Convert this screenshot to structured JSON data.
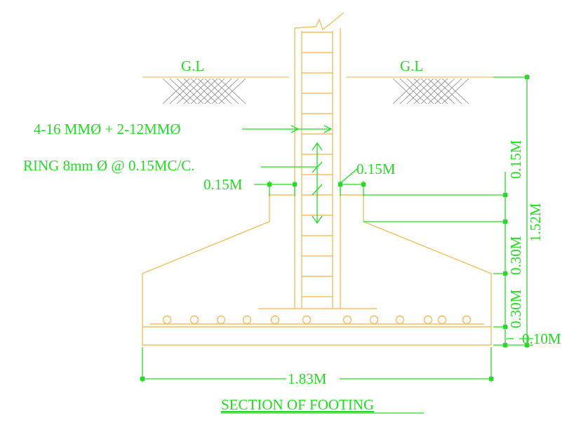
{
  "labels": {
    "gl_left": "G.L",
    "gl_right": "G.L",
    "main_bars": "4-16 MMØ + 2-12MMØ",
    "ring": "RING 8mm Ø @ 0.15MC/C.",
    "offset_left": "0.15M",
    "offset_right": "0.15M",
    "dim_015_vertical": "0.15M",
    "dim_152": "1.52M",
    "dim_030_top": "0.30M",
    "dim_030_bottom": "0.30M",
    "dim_010": "0.10M",
    "dim_183": "1.83M",
    "title": "SECTION OF FOOTING"
  },
  "colors": {
    "dimension": "#22dd22",
    "concrete": "#f0c060",
    "hatch": "#888888"
  }
}
